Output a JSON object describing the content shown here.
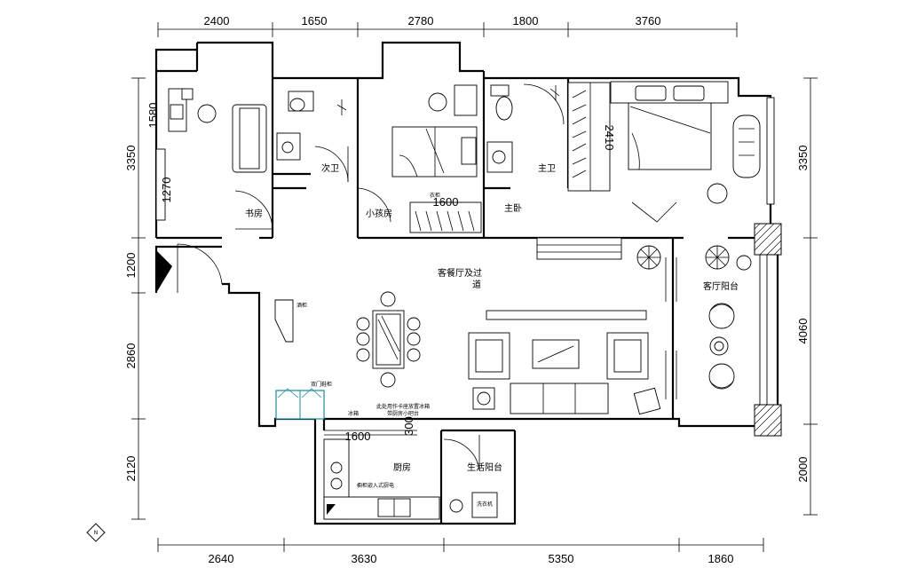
{
  "dimensions": {
    "top": [
      "2400",
      "1650",
      "2780",
      "1800",
      "3760"
    ],
    "bottom": [
      "2640",
      "3630",
      "5350",
      "1860"
    ],
    "left": [
      "3350",
      "1200",
      "2860",
      "2120"
    ],
    "right": [
      "3350",
      "4060",
      "2000"
    ],
    "inner": {
      "study_h1": "1580",
      "study_h2": "1270",
      "kids_closet": "1600",
      "master_closet": "2410",
      "kitchen_w": "1600",
      "kitchen_h": "300"
    }
  },
  "rooms": {
    "study": "书房",
    "second_bath": "次卫",
    "kids_room": "小孩房",
    "master_bath": "主卫",
    "master_bedroom": "主卧",
    "living_dining": "客餐厅及过",
    "living_dining_2": "道",
    "living_balcony": "客厅阳台",
    "kitchen": "厨房",
    "service_balcony": "生活阳台"
  },
  "notes": {
    "wine_cabinet": "酒柜",
    "shoe_cabinet": "双门鞋柜",
    "fridge": "冰箱",
    "counter_note_1": "此处用作卡座放置冰箱",
    "counter_note_2": "带厨房小吧台",
    "kitchen_appliance": "橱柜嵌入式厨电",
    "washer": "洗衣机",
    "closet_small": "衣柜"
  }
}
